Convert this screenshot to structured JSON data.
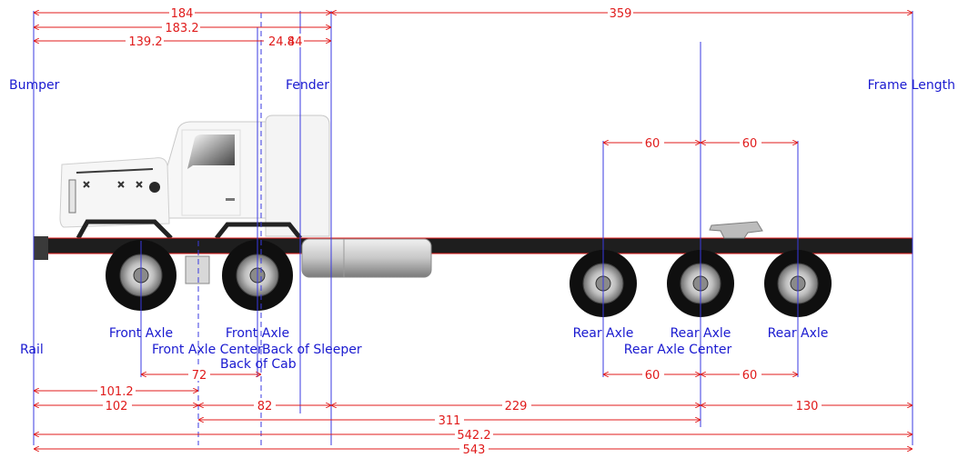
{
  "labels": {
    "bumper": "Bumper",
    "fender": "Fender",
    "frame_length": "Frame Length",
    "rail": "Rail",
    "front_axle_1": "Front Axle",
    "front_axle_2": "Front Axle",
    "front_axle_center": "Front Axle Center",
    "back_of_sleeper": "Back of Sleeper",
    "back_of_cab": "Back of Cab",
    "rear_axle_1": "Rear Axle",
    "rear_axle_2": "Rear Axle",
    "rear_axle_3": "Rear Axle",
    "rear_axle_center": "Rear Axle Center"
  },
  "dimensions": {
    "top_184": "184",
    "top_359": "359",
    "top_183_2": "183.2",
    "top_139_2": "139.2",
    "top_24_8": "24.8",
    "top_44": "44",
    "rear_top_60_left": "60",
    "rear_top_60_right": "60",
    "front_72": "72",
    "rear_bottom_60_left": "60",
    "rear_bottom_60_right": "60",
    "bottom_101_2": "101.2",
    "bottom_102": "102",
    "bottom_82": "82",
    "bottom_229": "229",
    "bottom_130": "130",
    "bottom_311": "311",
    "bottom_542_2": "542.2",
    "bottom_543": "543"
  },
  "colors": {
    "dimension": "#e01b1b",
    "label": "#1a1ad0",
    "frame": "#1e1e1e",
    "cab": "#f4f4f4"
  }
}
